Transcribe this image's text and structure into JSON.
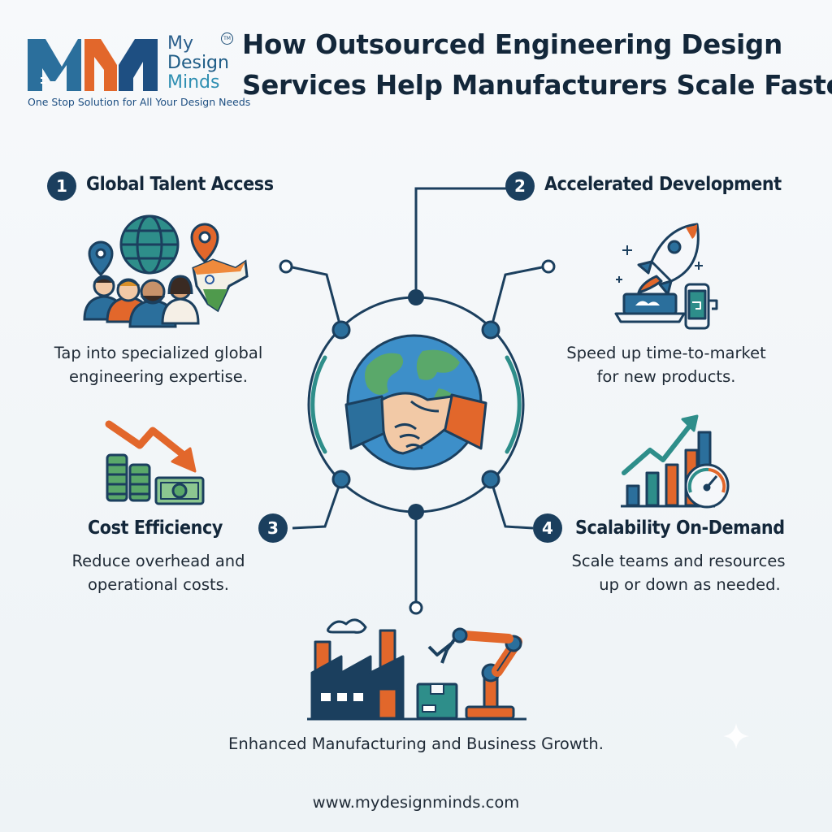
{
  "logo": {
    "word1": "My",
    "word2": "Design",
    "word3": "Minds",
    "trademark": "TM",
    "tagline": "One Stop Solution for All Your Design Needs"
  },
  "title": {
    "line1": "How Outsourced Engineering Design",
    "line2": "Services Help Manufacturers Scale Faster"
  },
  "benefits": [
    {
      "number": "1",
      "heading": "Global Talent Access",
      "desc1": "Tap into specialized global",
      "desc2": "engineering expertise."
    },
    {
      "number": "2",
      "heading": "Accelerated Development",
      "desc1": "Speed up time-to-market",
      "desc2": "for new products."
    },
    {
      "number": "3",
      "heading": "Cost Efficiency",
      "desc1": "Reduce overhead and",
      "desc2": "operational costs."
    },
    {
      "number": "4",
      "heading": "Scalability On-Demand",
      "desc1": "Scale teams and resources",
      "desc2": "up or down as needed."
    }
  ],
  "outcome": "Enhanced Manufacturing and Business Growth.",
  "website": "www.mydesignminds.com",
  "colors": {
    "navy": "#1b3f5e",
    "orange": "#e2672b",
    "teal": "#2e8e8a",
    "blue": "#2b6f9c"
  },
  "icons": [
    "globe-icon",
    "location-pin-icon",
    "people-icon",
    "india-map-icon",
    "rocket-icon",
    "laptop-icon",
    "phone-icon",
    "down-trend-arrow-icon",
    "coin-stack-icon",
    "money-bill-icon",
    "growth-chart-icon",
    "gauge-icon",
    "earth-icon",
    "handshake-icon",
    "factory-icon",
    "robotic-arm-icon",
    "box-icon",
    "sparkle-icon"
  ]
}
